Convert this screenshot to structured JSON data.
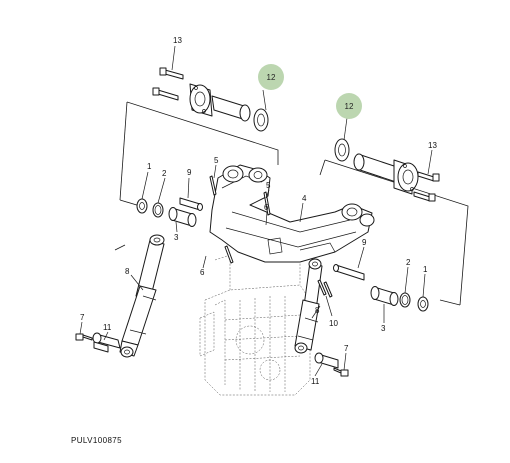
{
  "figure_code": "PULV100875",
  "highlight_color": "#bcd6b0",
  "callouts": {
    "left_pin_part": "12",
    "right_pin_part": "12"
  },
  "labels": {
    "n1_left": "1",
    "n2_left": "2",
    "n3_left": "3",
    "n5_top": "5",
    "n6_left": "6",
    "n7_left": "7",
    "n8_left": "8",
    "n9_left": "9",
    "n11_left": "11",
    "n13_left": "13",
    "n4": "4",
    "n5_right": "5",
    "n6_right": "6",
    "n9_right": "9",
    "n1_right": "1",
    "n2_right": "2",
    "n3_right": "3",
    "n8_right": "8",
    "n10": "10",
    "n7_right": "7",
    "n11_right": "11",
    "n13_right": "13"
  }
}
